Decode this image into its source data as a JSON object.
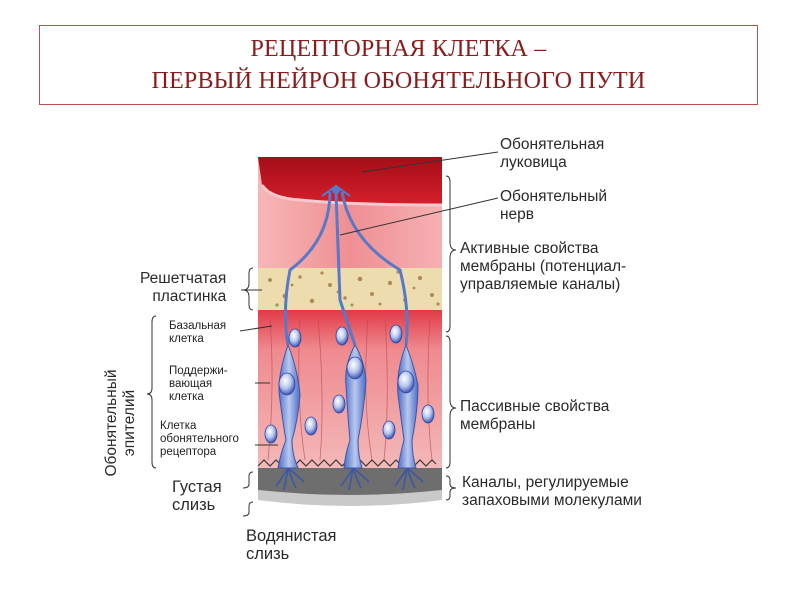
{
  "title": {
    "line1": "РЕЦЕПТОРНАЯ КЛЕТКА –",
    "line2": "ПЕРВЫЙ НЕЙРОН ОБОНЯТЕЛЬНОГО ПУТИ"
  },
  "labels": {
    "olfactory_bulb": [
      "Обонятельная",
      "луковица"
    ],
    "olfactory_nerve": [
      "Обонятельный",
      "нерв"
    ],
    "active_props": [
      "Активные свойства",
      "мембраны (потенциал-",
      "управляемые каналы)"
    ],
    "cribriform_plate": [
      "Решетчатая",
      "пластинка"
    ],
    "basal_cell": [
      "Базальная",
      "клетка"
    ],
    "supporting_cell": [
      "Поддержи-",
      "вающая",
      "клетка"
    ],
    "receptor_cell": [
      "Клетка",
      "обонятельного",
      "рецептора"
    ],
    "passive_props": [
      "Пассивные свойства",
      "мембраны"
    ],
    "odor_channels": [
      "Каналы, регулируемые",
      "запаховыми молекулами"
    ],
    "thick_mucus": [
      "Густая",
      "слизь"
    ],
    "watery_mucus": [
      "Водянистая",
      "слизь"
    ],
    "olfactory_epithelium": [
      "Обонятельный",
      "эпителий"
    ]
  },
  "colors": {
    "title_text": "#8b1b1b",
    "frame": "#c0504d",
    "bulb": "#c0141e",
    "tissue": "#e8737d",
    "cell": "#6f8fd1",
    "mucus": "#6e6e6e"
  }
}
